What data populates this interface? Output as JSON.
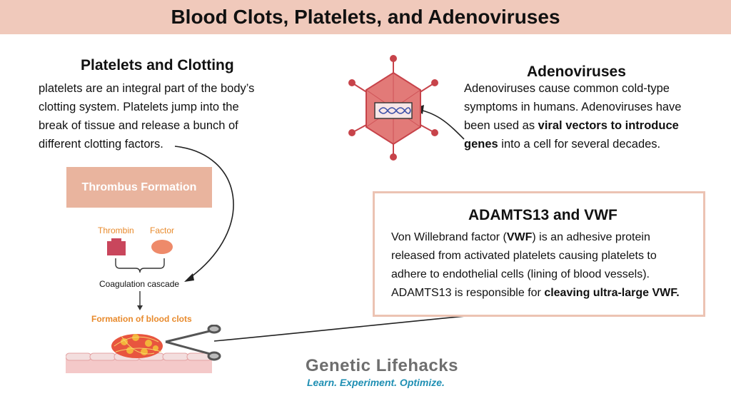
{
  "banner": {
    "title": "Blood Clots, Platelets, and Adenoviruses"
  },
  "platelets": {
    "heading": "Platelets and Clotting",
    "lines": [
      "platelets are an integral part of the body’s",
      "clotting system. Platelets jump into the",
      "break of tissue and release a bunch of",
      "different clotting factors."
    ]
  },
  "adenovirus": {
    "heading": "Adenoviruses",
    "line1": "Adenoviruses cause common cold-type",
    "line2": "symptoms in humans. Adenoviruses have",
    "line3_pre": "been used as ",
    "line3_bold": "viral vectors to introduce",
    "line4_bold": "genes",
    "line4_post": " into a cell for several decades."
  },
  "diagram": {
    "box_label": "Thrombus Formation",
    "thrombin_label": "Thrombin",
    "factor_label": "Factor",
    "cascade_label": "Coagulation cascade",
    "clots_label": "Formation of blood clots"
  },
  "vwf": {
    "heading": "ADAMTS13 and VWF",
    "line1_pre": "Von Willebrand factor (",
    "line1_bold": "VWF",
    "line1_post": ") is an adhesive protein",
    "line2": "released from activated platelets causing platelets to",
    "line3": "adhere to endothelial cells (lining of blood vessels).",
    "line4_pre": "ADAMTS13 is responsible for ",
    "line4_bold": "cleaving ultra-large VWF."
  },
  "logo": {
    "title": "Genetic Lifehacks",
    "tagline": "Learn. Experiment. Optimize."
  },
  "colors": {
    "banner": "#f0c9bb",
    "box": "#e9b49e",
    "accent_orange": "#e88a2c",
    "virus": "#d9534f",
    "tagline": "#1f8fb3"
  }
}
